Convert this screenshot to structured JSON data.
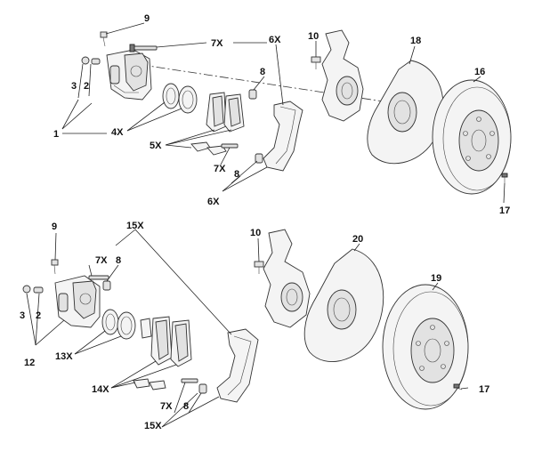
{
  "top_labels": {
    "l9": "9",
    "l7x": "7X",
    "l6x": "6X",
    "l10": "10",
    "l18": "18",
    "l16": "16",
    "l8a": "8",
    "l3": "3",
    "l2": "2",
    "l1": "1",
    "l4x": "4X",
    "l5x": "5X",
    "l7x_b": "7X",
    "l8b": "8",
    "l6x_b": "6X",
    "l17": "17"
  },
  "bottom_labels": {
    "l9": "9",
    "l15x": "15X",
    "l7x": "7X",
    "l8a": "8",
    "l10": "10",
    "l20": "20",
    "l19": "19",
    "l3": "3",
    "l2": "2",
    "l12": "12",
    "l13x": "13X",
    "l14x": "14X",
    "l7x_b": "7X",
    "l8b": "8",
    "l15x_b": "15X",
    "l17": "17"
  }
}
